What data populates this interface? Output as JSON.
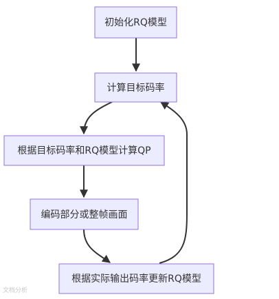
{
  "nodes": {
    "init": "初始化RQ模型",
    "compute_rate": "计算目标码率",
    "compute_qp": "根据目标码率和RQ模型计算QP",
    "encode": "编码部分或整帧画面",
    "update": "根据实际输出码率更新RQ模型"
  },
  "watermark": "文档分析",
  "colors": {
    "node_fill": "#ececff",
    "node_stroke": "#9370db",
    "edge": "#333333",
    "text": "#333333"
  }
}
